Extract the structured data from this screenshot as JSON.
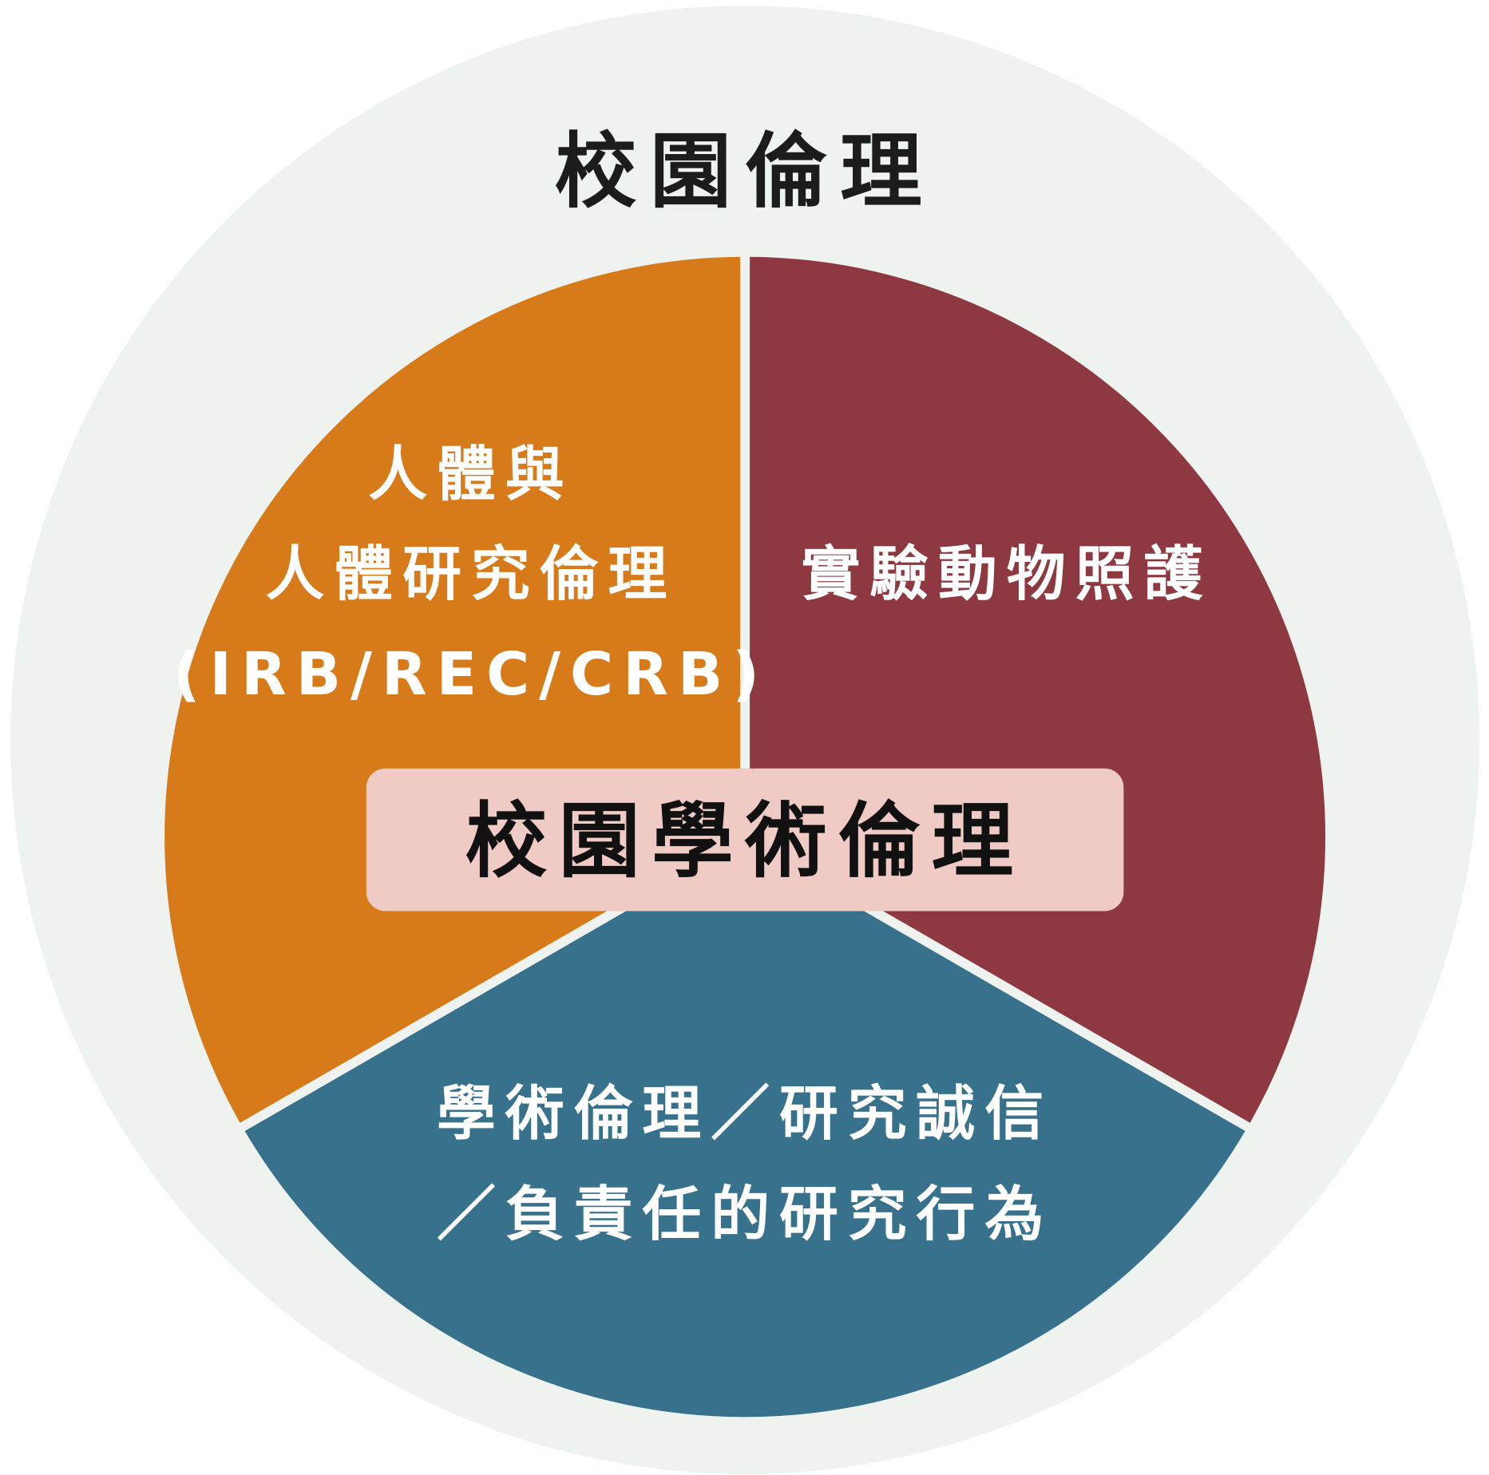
{
  "title": "校園倫理",
  "center_label": "校園學術倫理",
  "colors": {
    "background": "#eff3ef",
    "center_box": "#f0cac5"
  },
  "segments": [
    {
      "name": "human-research",
      "lines": [
        "人體與",
        "人體研究倫理",
        "(IRB/REC/CRB)"
      ],
      "color": "#d67a1a",
      "share": 1
    },
    {
      "name": "animal-care",
      "lines": [
        "實驗動物照護"
      ],
      "color": "#8e3941",
      "share": 1
    },
    {
      "name": "research-integrity",
      "lines": [
        "學術倫理／研究誠信",
        "／負責任的研究行為"
      ],
      "color": "#37718b",
      "share": 1
    }
  ]
}
